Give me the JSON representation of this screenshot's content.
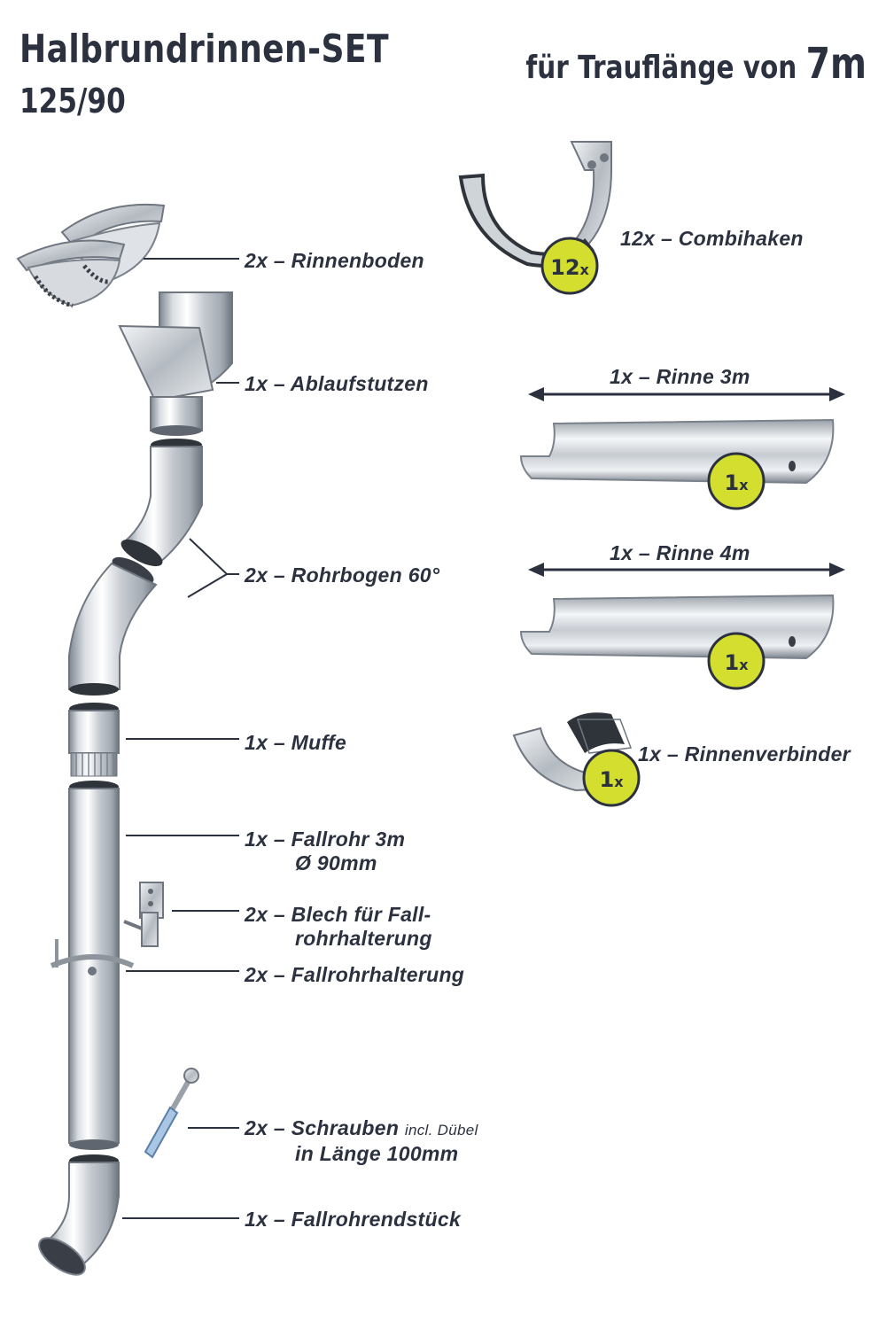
{
  "header": {
    "title": "Halbrundrinnen-SET",
    "size": "125/90",
    "eave_prefix": "für Trauflänge von",
    "eave_value": "7m"
  },
  "parts": {
    "rinnenboden": "2x – Rinnenboden",
    "ablaufstutzen": "1x – Ablaufstutzen",
    "rohrbogen": "2x – Rohrbogen 60°",
    "muffe": "1x – Muffe",
    "fallrohr_line1": "1x – Fallrohr 3m",
    "fallrohr_line2": "Ø 90mm",
    "blech_line1": "2x – Blech für Fall-",
    "blech_line2": "rohrhalterung",
    "fallrohrhalterung": "2x – Fallrohrhalterung",
    "schrauben_line1": "2x – Schrauben",
    "schrauben_note": "incl. Dübel",
    "schrauben_line2": "in Länge 100mm",
    "endstueck": "1x – Fallrohrendstück",
    "combihaken": "12x – Combihaken",
    "rinne3": "1x – Rinne 3m",
    "rinne4": "1x – Rinne 4m",
    "rinnenverbinder": "1x – Rinnenverbinder"
  },
  "badges": {
    "combihaken_num": "12",
    "rinne3_num": "1",
    "rinne4_num": "1",
    "verbinder_num": "1",
    "suffix": "x"
  },
  "colors": {
    "text": "#2c3140",
    "badge": "#d3de2e",
    "metal_light": "#eef0f3",
    "metal_dark": "#8c939d"
  }
}
